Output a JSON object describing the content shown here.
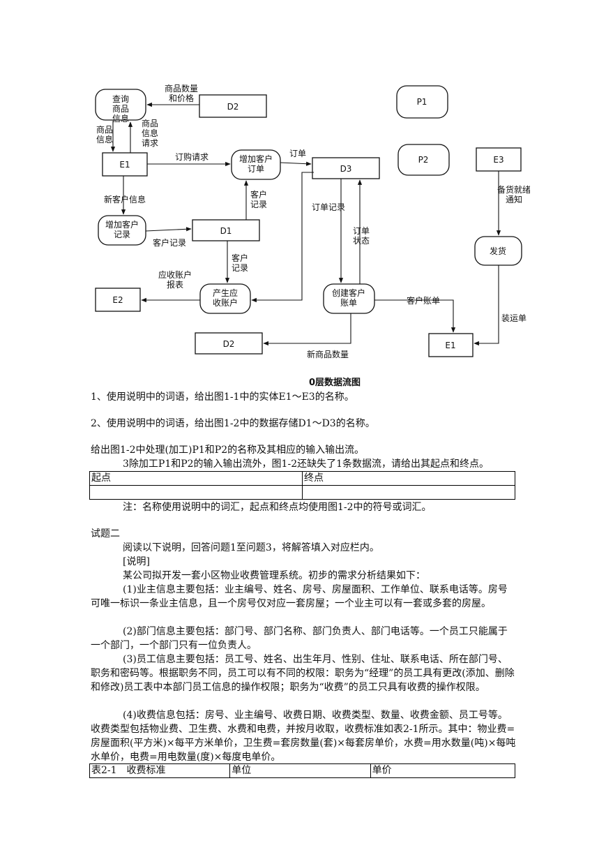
{
  "diagram": {
    "caption": "0层数据流图",
    "nodes": {
      "query_goods": "查询商品信息",
      "d2_top": "D2",
      "p1": "P1",
      "e1_left": "E1",
      "add_order": "增加客户订单",
      "d3": "D3",
      "p2": "P2",
      "e3": "E3",
      "add_customer": "增加客户记录",
      "d1": "D1",
      "ship": "发货",
      "e2": "E2",
      "receivable": "产生应收账户",
      "bill": "创建客户账单",
      "d2_bottom": "D2",
      "e1_right": "E1"
    },
    "flows": {
      "qty_price": "商品数量和价格",
      "goods_info": "商品信息",
      "goods_info_req": "商品信息请求",
      "purchase_req": "订购请求",
      "order": "订单",
      "new_customer_info": "新客户信息",
      "customer_record_1": "客户记录",
      "customer_record_2": "客户记录",
      "customer_record_3": "客户记录",
      "order_record": "订单记录",
      "order_status": "订单状态",
      "ready_notice": "备货就绪通知",
      "receivable_report": "应收账户报表",
      "customer_bill": "客户账单",
      "packing_list": "装运单",
      "new_goods_qty": "新商品数量"
    }
  },
  "text": {
    "q1": "1、使用说明中的词语，给出图1-1中的实体E1～E3的名称。",
    "q2": "2、使用说明中的词语，给出图1-2中的数据存储D1～D3的名称。",
    "q3": "给出图1-2中处理(加工)P1和P2的名称及其相应的输入输出流。",
    "q3b": "3除加工P1和P2的输入输出流外，图1-2还缺失了1条数据流，请给出其起点和终点。",
    "note": "注：名称使用说明中的词汇，起点和终点均使用图1-2中的符号或词汇。",
    "section2": "试题二",
    "intro": "阅读以下说明，回答问题1至问题3，将解答填入对应栏内。",
    "explain": "[说明]",
    "company": "某公司拟开发一套小区物业收费管理系统。初步的需求分析结果如下：",
    "p1": "(1)业主信息主要包括：业主编号、姓名、房号、房屋面积、工作单位、联系电话等。房号可唯一标识一条业主信息，且一个房号仅对应一套房屋；一个业主可以有一套或多套的房屋。",
    "p2": "(2)部门信息主要包括：部门号、部门名称、部门负责人、部门电话等。一个员工只能属于一个部门，一个部门只有一位负责人。",
    "p3": "(3)员工信息主要包括：员工号、姓名、出生年月、性别、住址、联系电话、所在部门号、职务和密码等。根据职务不同，员工可以有不同的权限：职务为“经理”的员工具有更改(添加、删除和修改)员工表中本部门员工信息的操作权限；职务为“收费”的员工只具有收费的操作权限。",
    "p4": "(4)收费信息包括：房号、业主编号、收费日期、收费类型、数量、收费金额、员工号等。收费类型包括物业费、卫生费、水费和电费，并按月收取，收费标准如表2-1所示。其中：物业费=房屋面积(平方米)×每平方米单价，卫生费=套房数量(套)×每套房单价，水费=用水数量(吨)×每吨水单价，电费=用电数量(度)×每度电单价。"
  },
  "table1": {
    "headers": [
      "起点",
      "终点"
    ]
  },
  "table2": {
    "headers": [
      "表2-1　收费标准",
      "单位",
      "单价"
    ]
  }
}
